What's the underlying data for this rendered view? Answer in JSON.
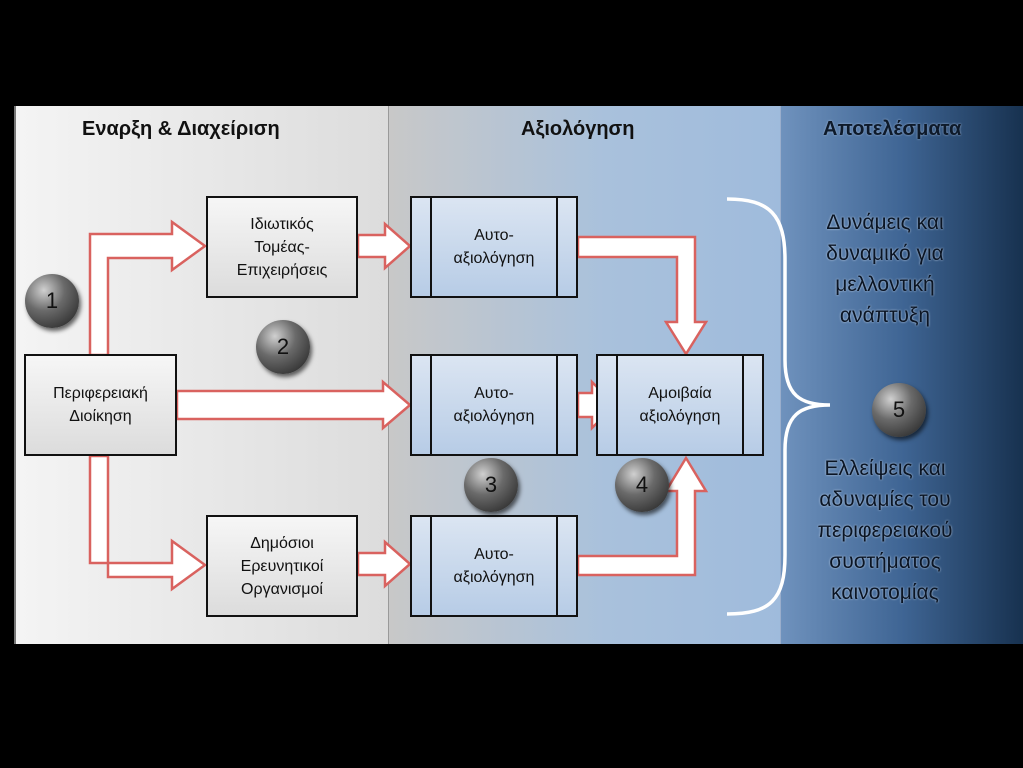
{
  "columns": {
    "start": "Εναρξη & Διαχείριση",
    "evaluation": "Αξιολόγηση",
    "results": "Αποτελέσματα"
  },
  "boxes": {
    "regional_admin": "Περιφερειακή\nΔιοίκηση",
    "private_sector": "Ιδιωτικός\nΤομέας-\nΕπιχειρήσεις",
    "public_research": "Δημόσιοι\nΕρευνητικοί\nΟργανισμοί",
    "self_eval_top": "Αυτο-\nαξιολόγηση",
    "self_eval_mid": "Αυτο-\nαξιολόγηση",
    "self_eval_bottom": "Αυτο-\nαξιολόγηση",
    "peer_eval": "Αμοιβαία\nαξιολόγηση"
  },
  "steps": [
    "1",
    "2",
    "3",
    "4",
    "5"
  ],
  "outcomes": {
    "strengths": "Δυνάμεις και\nδυναμικό για\nμελλοντική\nανάπτυξη",
    "weaknesses": "Ελλείψεις και\nαδυναμίες του\nπεριφερειακού\nσυστήματος\nκαινοτομίας"
  },
  "colors": {
    "arrow_stroke": "#d9625f",
    "arrow_fill": "#ffffff",
    "brace": "#ffffff"
  }
}
